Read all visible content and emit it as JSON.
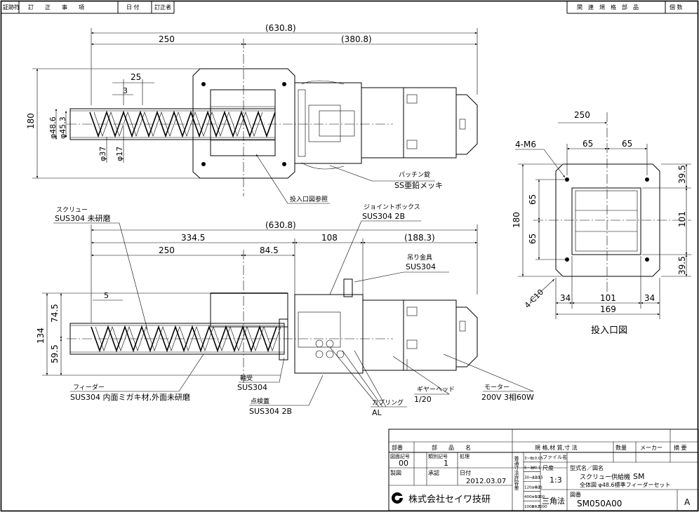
{
  "header": {
    "left_cells": [
      "証跡符",
      "訂　　正　　事　　項",
      "日 付",
      "訂正者"
    ],
    "right_cells": [
      "関　連　規　格　部　品",
      "個 数"
    ]
  },
  "top_view": {
    "dim_overall": "(630.8)",
    "dim_left": "250",
    "dim_right": "(380.8)",
    "dim_height": "180",
    "dim_pitch": "25",
    "dim_flight": "3",
    "dim_outer_dia": "φ48.6",
    "dim_inner_dia": "φ45.3",
    "dim_screw_dia": "φ37",
    "dim_shaft_dia": "φ17",
    "callout_latch": "パッチン錠",
    "callout_latch_material": "SS亜鉛メッキ",
    "callout_inlet": "投入口図参照"
  },
  "side_view": {
    "callout_screw": "スクリュー",
    "callout_screw_material": "SUS304  未研磨",
    "callout_jbox": "ジョイントボックス",
    "callout_jbox_material": "SUS304  2B",
    "dim_overall": "(630.8)",
    "dim_a": "334.5",
    "dim_b": "108",
    "dim_c": "(188.3)",
    "dim_d": "250",
    "dim_e": "84.5",
    "callout_hook": "吊り金具",
    "callout_hook_material": "SUS304",
    "dim_gap": "5",
    "dim_total_h": "134",
    "dim_upper_h": "74.5",
    "dim_lower_h": "59.5",
    "callout_feeder": "フィーダー",
    "callout_feeder_material": "SUS304  内面ミガキ材,外面未研磨",
    "callout_bearing": "軸受",
    "callout_bearing_material": "SUS304",
    "callout_cover": "点検蓋",
    "callout_cover_material": "SUS304  2B",
    "callout_coupling": "カプリング",
    "callout_coupling_material": "AL",
    "callout_gear": "ギヤーヘッド",
    "callout_gear_value": "1/20",
    "callout_motor": "モーター",
    "callout_motor_value": "200V 3相60W"
  },
  "inlet_view": {
    "dim_250": "250",
    "label_holes": "4-M6",
    "dim_65a": "65",
    "dim_65b": "65",
    "dim_180": "180",
    "dim_65c": "65",
    "dim_65d": "65",
    "dim_39_5a": "39.5",
    "dim_101v": "101",
    "dim_39_5b": "39.5",
    "label_chamfer": "4-C10",
    "dim_34a": "34",
    "dim_101h": "101",
    "dim_34b": "34",
    "dim_169": "169",
    "caption": "投入口図"
  },
  "title_block": {
    "h_part_no": "部番",
    "h_part_name": "部　　品　　名",
    "h_spec": "規 格,材 質,寸 法",
    "h_qty": "数量",
    "h_maker": "メーカー",
    "h_note": "摘 要",
    "l_mark": "図面記号",
    "v_mark": "00",
    "l_class": "類別記号",
    "v_class": "1",
    "l_process": "処理",
    "l_draw": "製図",
    "l_approve": "承認",
    "l_date": "日付",
    "v_date": "2012.03.07",
    "tol_label": "普通寸法許容差",
    "tol_rows": [
      "3~6",
      "6~30",
      "30~120",
      "120~400",
      "400~1000",
      "1000~2000"
    ],
    "tol_vals": [
      "±0.05",
      "±0.1",
      "±0.15",
      "±0.2",
      "±0.3",
      "±0.5"
    ],
    "l_file": "ファイル名",
    "l_scale": "尺度",
    "v_scale": "1:3",
    "v_proj": "三角法",
    "l_model": "型式名／図名",
    "v_model1": "スクリュー供給機",
    "v_model2": "SM",
    "v_model3": "全体図  φ48.6標準フィーダーセット",
    "l_dwgno": "図番",
    "v_dwgno": "SM050A00",
    "v_rev": "A",
    "company": "株式会社セイワ技研"
  }
}
